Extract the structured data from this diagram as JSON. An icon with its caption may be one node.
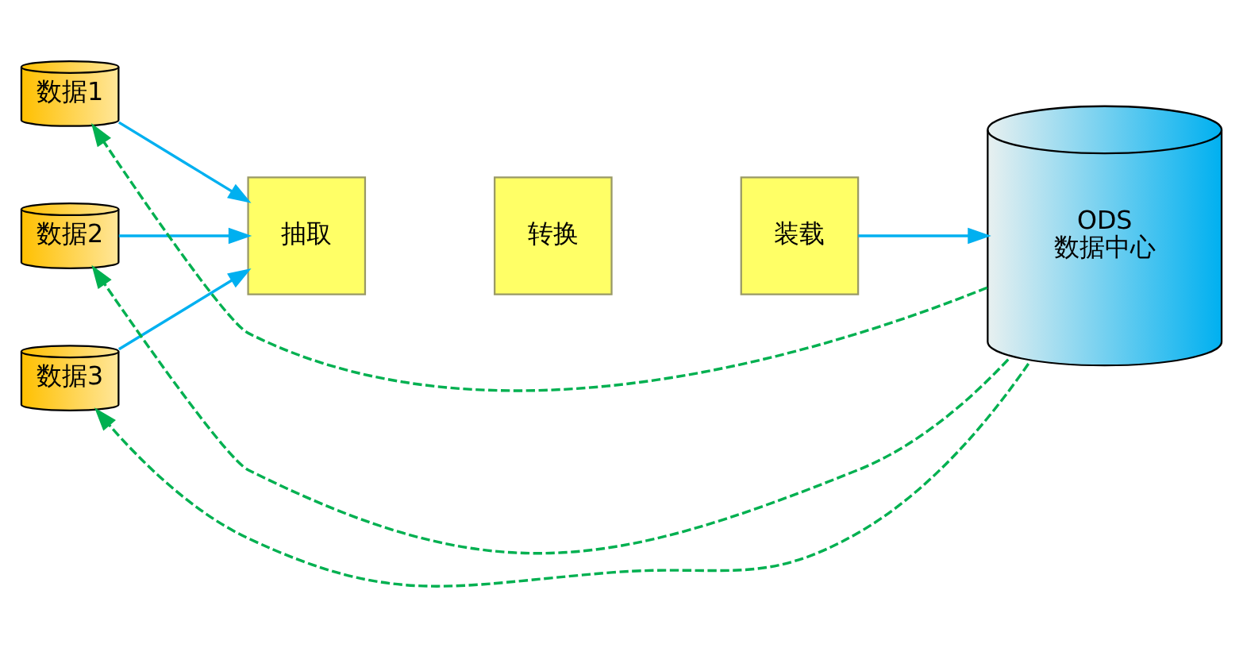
{
  "diagram": {
    "nodes": [
      {
        "text": [
          "数据1"
        ]
      },
      {
        "text": [
          "数据2"
        ]
      },
      {
        "text": [
          "数据3"
        ]
      },
      {
        "text": [
          "抽取"
        ]
      },
      {
        "text": [
          "转换"
        ]
      },
      {
        "text": [
          "装载"
        ]
      },
      {
        "text": [
          "ODS",
          "数据中心"
        ]
      }
    ],
    "edges": [
      {
        "from": 0,
        "to": 3,
        "arrow": "to"
      },
      {
        "from": 1,
        "to": 3,
        "arrow": "to"
      },
      {
        "from": 2,
        "to": 3,
        "arrow": "to"
      },
      {
        "from": 5,
        "to": 6,
        "arrow": "to"
      },
      {
        "from": 6,
        "to": 0,
        "arrow": "to",
        "style": "dashed",
        "color": "#00b050"
      },
      {
        "from": 6,
        "to": 1,
        "arrow": "to",
        "style": "dashed",
        "color": "#00b050"
      },
      {
        "from": 6,
        "to": 2,
        "arrow": "to",
        "style": "dashed",
        "color": "#00b050"
      }
    ]
  }
}
